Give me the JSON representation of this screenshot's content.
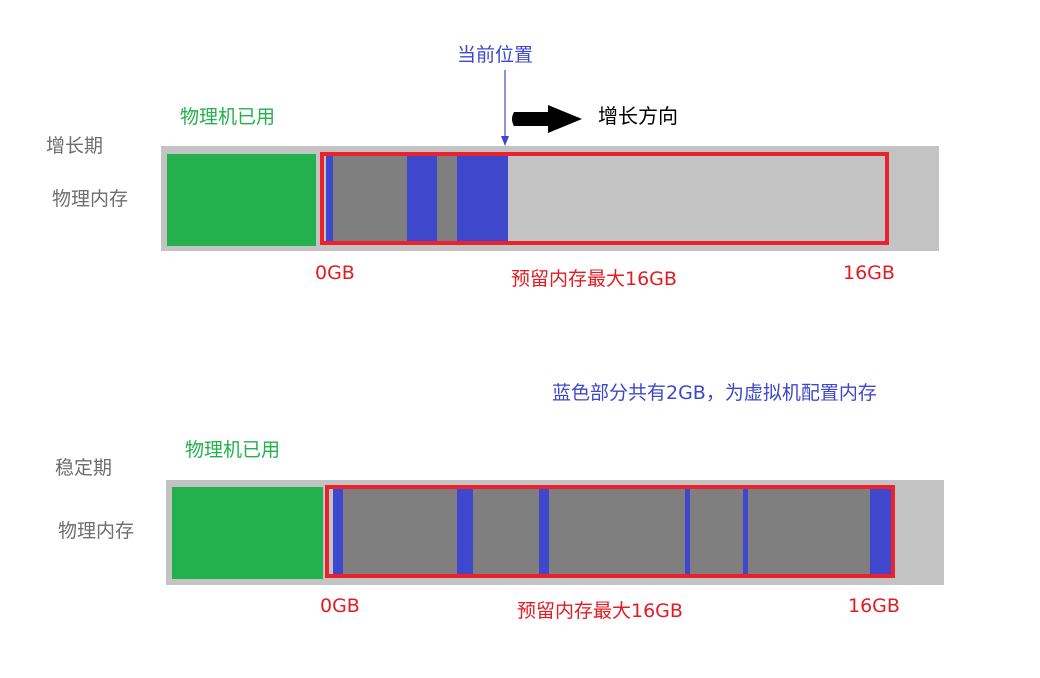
{
  "colors": {
    "used": "#22b14c",
    "reserved_border": "#e9222d",
    "allocated": "#3f48cc",
    "freed": "#7f7f7f",
    "background_bar": "#c3c3c3",
    "gray_text": "#6e6e6e",
    "red_text": "#e31c23",
    "blue_text": "#3f48cc"
  },
  "growth": {
    "phase_label": "增长期",
    "row_label": "物理内存",
    "used_label": "物理机已用",
    "current_position_label": "当前位置",
    "growth_direction_label": "增长方向",
    "start_label": "0GB",
    "reserved_label": "预留内存最大16GB",
    "end_label": "16GB"
  },
  "stable": {
    "phase_label": "稳定期",
    "row_label": "物理内存",
    "used_label": "物理机已用",
    "start_label": "0GB",
    "reserved_label": "预留内存最大16GB",
    "end_label": "16GB"
  },
  "note": "蓝色部分共有2GB，为虚拟机配置内存",
  "icons": {
    "direction_arrow": "right-arrow-icon",
    "position_pointer": "down-arrow-icon"
  }
}
